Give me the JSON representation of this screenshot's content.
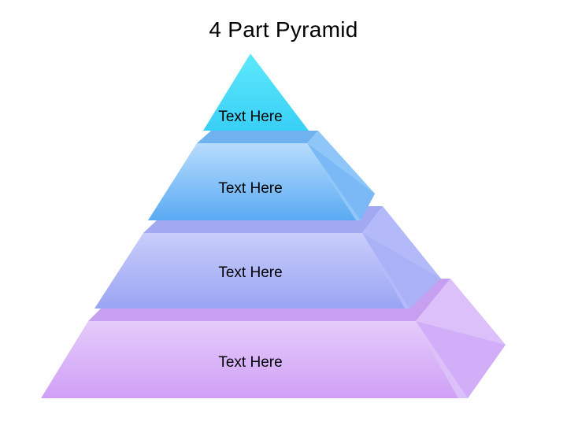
{
  "title": "4 Part Pyramid",
  "tiers": [
    {
      "label": "Text Here",
      "color_top": "#5ee9fb",
      "color_bottom": "#38cff6"
    },
    {
      "label": "Text Here",
      "color_top": "#b7dcfc",
      "color_bottom": "#5aaaf3"
    },
    {
      "label": "Text Here",
      "color_top": "#c8cdfb",
      "color_bottom": "#9aa5f3"
    },
    {
      "label": "Text Here",
      "color_top": "#e4cbfa",
      "color_bottom": "#d0a0f6"
    }
  ]
}
